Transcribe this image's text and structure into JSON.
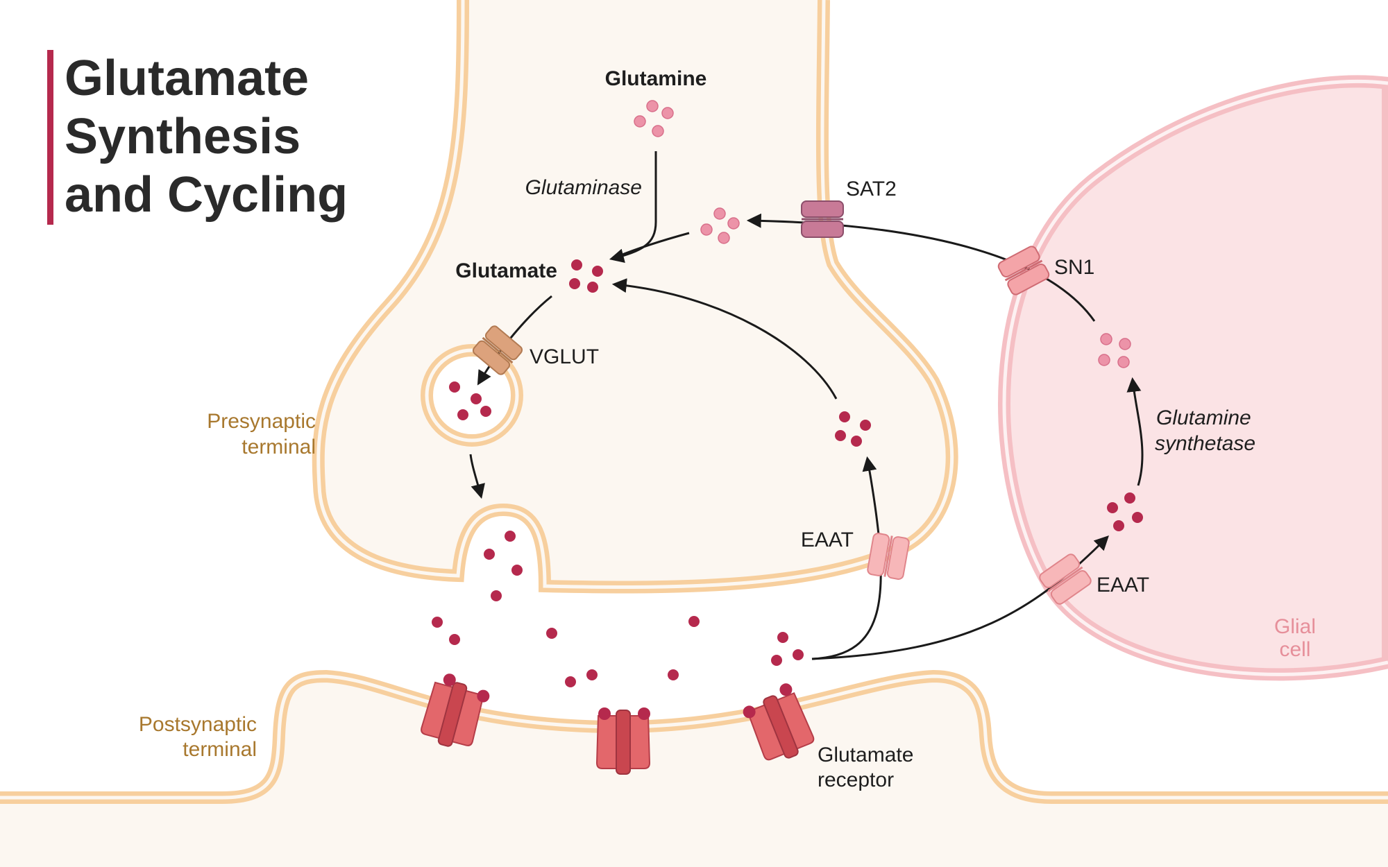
{
  "title": {
    "line1": "Glutamate",
    "line2": "Synthesis",
    "line3": "and Cycling"
  },
  "labels": {
    "glutamine": "Glutamine",
    "glutaminase": "Glutaminase",
    "glutamate": "Glutamate",
    "vglut": "VGLUT",
    "sat2": "SAT2",
    "sn1": "SN1",
    "eaat_neuron": "EAAT",
    "eaat_glia": "EAAT",
    "glutamine_synthetase_1": "Glutamine",
    "glutamine_synthetase_2": "synthetase",
    "presynaptic_1": "Presynaptic",
    "presynaptic_2": "terminal",
    "postsynaptic_1": "Postsynaptic",
    "postsynaptic_2": "terminal",
    "glial_1": "Glial",
    "glial_2": "cell",
    "receptor_1": "Glutamate",
    "receptor_2": "receptor"
  },
  "colors": {
    "title_bar": "#b5294d",
    "membrane": "#f7cf9e",
    "cytoplasm": "#fcf7f1",
    "glutamate": "#b5294d",
    "glutamine": "#ec93a8",
    "glia_fill": "#fbe3e5",
    "glia_membrane": "#f5bfc4",
    "receptor": "#e3676b",
    "sat2": "#c87a97",
    "transporter": "#f7b7b9",
    "vglut": "#dca27c",
    "terminal_label": "#a8782e",
    "glia_label": "#e68f9a"
  }
}
